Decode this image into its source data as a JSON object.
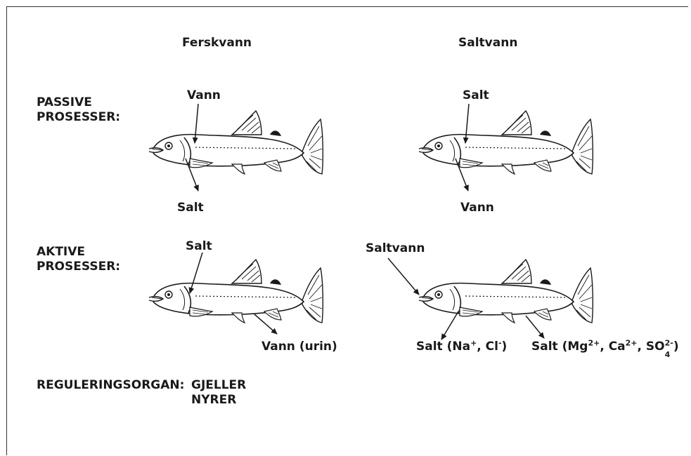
{
  "columns": {
    "freshwater": "Ferskvann",
    "saltwater": "Saltvann"
  },
  "rows": {
    "passive_line1": "PASSIVE",
    "passive_line2": "PROSESSER:",
    "active_line1": "AKTIVE",
    "active_line2": "PROSESSER:"
  },
  "labels": {
    "passive_fresh_in": "Vann",
    "passive_fresh_out": "Salt",
    "passive_salt_in": "Salt",
    "passive_salt_out": "Vann",
    "active_fresh_in": "Salt",
    "active_fresh_out": "Vann (urin)",
    "active_salt_in": "Saltvann",
    "active_salt_out1_prefix": "Salt (Na",
    "active_salt_out1_sup1": "+",
    "active_salt_out1_mid": ", Cl",
    "active_salt_out1_sup2": "-",
    "active_salt_out1_suffix": ")",
    "active_salt_out2_prefix": "Salt (Mg",
    "active_salt_out2_sup1": "2+",
    "active_salt_out2_mid1": ", Ca",
    "active_salt_out2_sup2": "2+",
    "active_salt_out2_mid2": ", SO",
    "active_salt_out2_sup3": "2-",
    "active_salt_out2_sub": "4",
    "active_salt_out2_suffix": ")"
  },
  "footer": {
    "label": "REGULERINGSORGAN:",
    "organ1": "GJELLER",
    "organ2": "NYRER"
  }
}
